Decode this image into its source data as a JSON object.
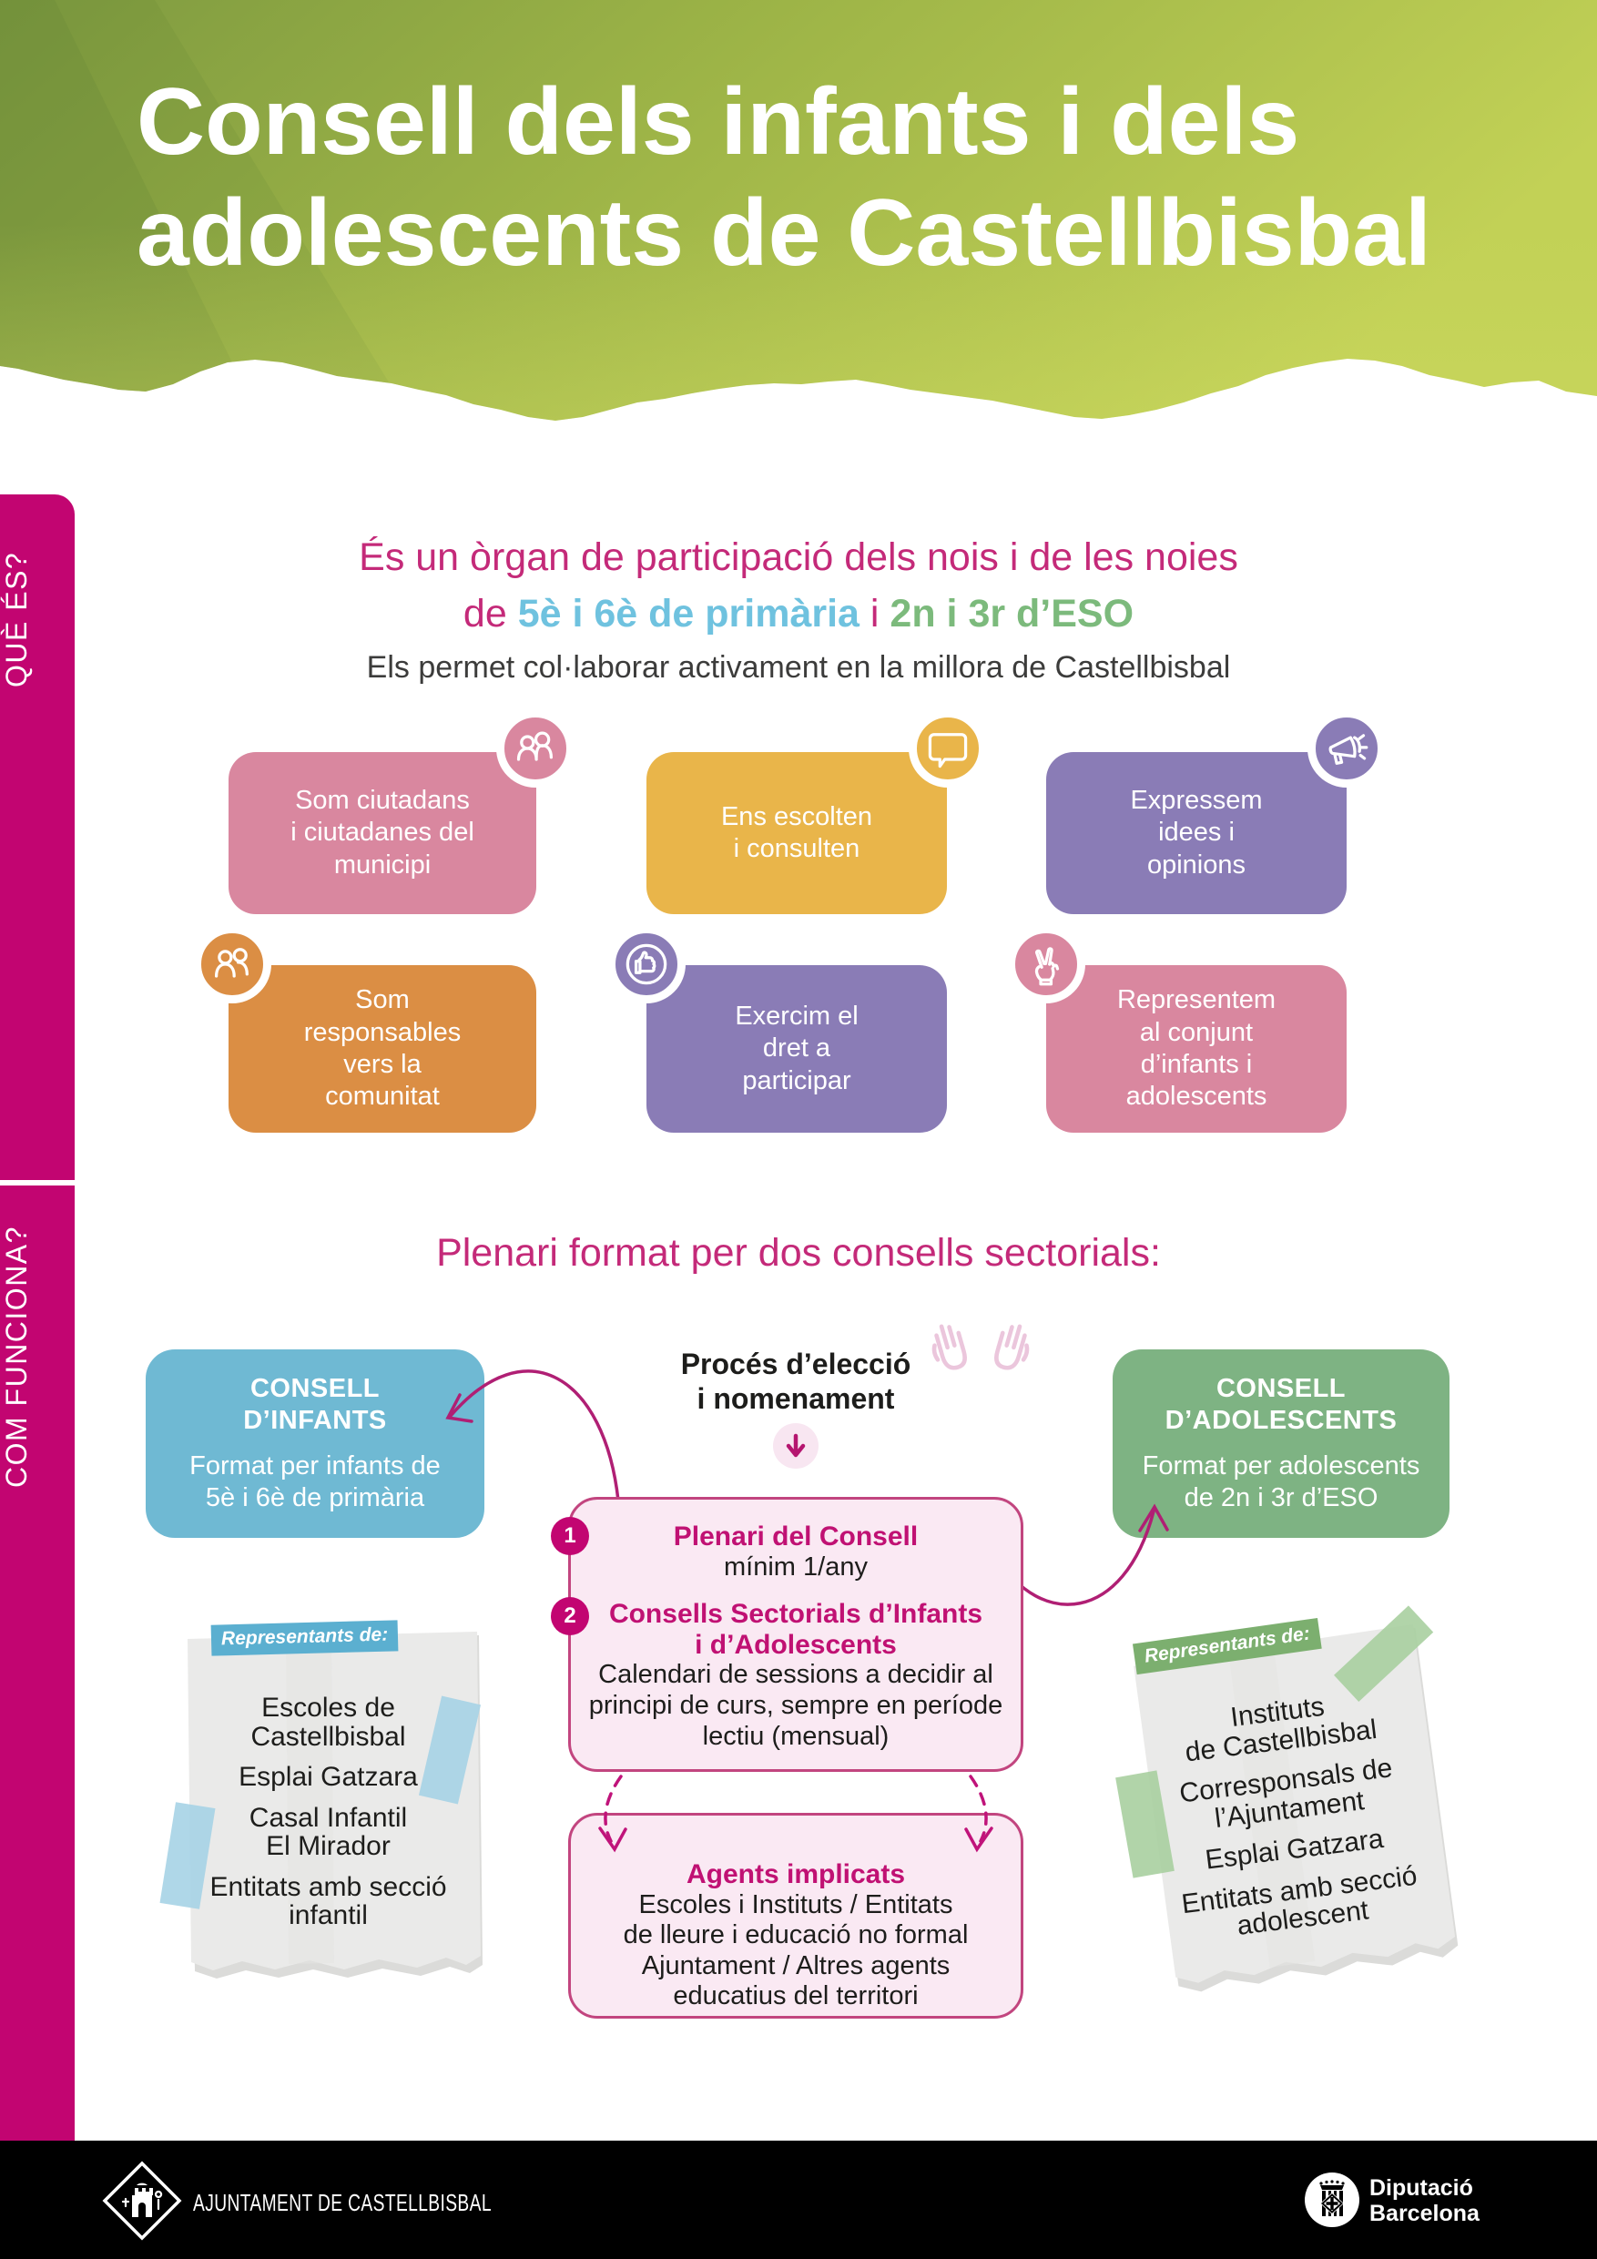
{
  "header": {
    "title_line1": "Consell dels infants i dels",
    "title_line2": "adolescents de Castellbisbal"
  },
  "sidebar": {
    "what_tab": "QUÈ ÉS?",
    "how_tab": "COM FUNCIONA?"
  },
  "what_is": {
    "intro_line1": "És un òrgan de participació dels nois i de les noies",
    "intro_de": "de ",
    "intro_primary": "5è i 6è de primària",
    "intro_and": " i ",
    "intro_eso": "2n i 3r d’ESO",
    "intro_line3": "Els permet col·laborar activament en la millora de Castellbisbal",
    "cards": [
      {
        "label": "Som ciutadans\ni ciutadanes del\nmunicipi",
        "icon": "citizens-icon"
      },
      {
        "label": "Ens escolten\ni consulten",
        "icon": "speech-bubble-icon"
      },
      {
        "label": "Expressem\nidees i\nopinions",
        "icon": "megaphone-icon"
      },
      {
        "label": "Som\nresponsables\nvers la\ncomunitat",
        "icon": "people-group-icon"
      },
      {
        "label": "Exercim el\ndret a\nparticipar",
        "icon": "thumbs-up-icon"
      },
      {
        "label": "Representem\nal conjunt\nd’infants i\nadolescents",
        "icon": "peace-hand-icon"
      }
    ]
  },
  "how_works": {
    "title": "Plenari format per dos consells sectorials:",
    "infants_box": {
      "title": "CONSELL\nD’INFANTS",
      "body": "Format per infants de\n5è i 6è de primària"
    },
    "adolescents_box": {
      "title": "CONSELL\nD’ADOLESCENTS",
      "body": "Format per adolescents\nde 2n i 3r d’ESO"
    },
    "process_heading": "Procés d’elecció\ni nomenament",
    "plenari_box": {
      "num1": "1",
      "title1": "Plenari del Consell",
      "body1": "mínim 1/any",
      "num2": "2",
      "title2": "Consells Sectorials d’Infants\ni d’Adolescents",
      "body2": "Calendari de sessions a decidir al\nprincipi de curs, sempre en període\nlectiu (mensual)"
    },
    "agents_box": {
      "title": "Agents implicats",
      "body": "Escoles i Instituts / Entitats\nde lleure i educació no formal\nAjuntament / Altres agents\neducatius del territori"
    },
    "note_left": {
      "label": "Representants de:",
      "items": [
        "Escoles de\nCastellbisbal",
        "Esplai Gatzara",
        "Casal Infantil\nEl Mirador",
        "Entitats amb secció\ninfantil"
      ]
    },
    "note_right": {
      "label": "Representants de:",
      "items": [
        "Instituts\nde Castellbisbal",
        "Corresponsals de\nl’Ajuntament",
        "Esplai Gatzara",
        "Entitats amb secció\nadolescent"
      ]
    }
  },
  "footer": {
    "ajuntament": "AJUNTAMENT DE CASTELLBISBAL",
    "diputacio_line1": "Diputació",
    "diputacio_line2": "Barcelona"
  },
  "colors": {
    "magenta": "#C20571",
    "heading_pink": "#C42A79",
    "primary_blue_text": "#6FC2DF",
    "eso_green_text": "#7CBA7C",
    "card_pink": "#D9879F",
    "card_yellow": "#E9B54A",
    "card_purple": "#8A7CB6",
    "card_orange": "#DB8E44",
    "box_blue": "#6FB9D3",
    "box_green": "#7EB383",
    "pale_pink": "#FAE9F3",
    "pink_border": "#C2457F",
    "note_gray": "#EAEAE9",
    "label_blue": "#5BAFD0",
    "label_green": "#7CAF6F",
    "tape_blue": "#A6D3E5",
    "tape_green": "#A8CFA0",
    "arrow_magenta": "#B01F74"
  }
}
